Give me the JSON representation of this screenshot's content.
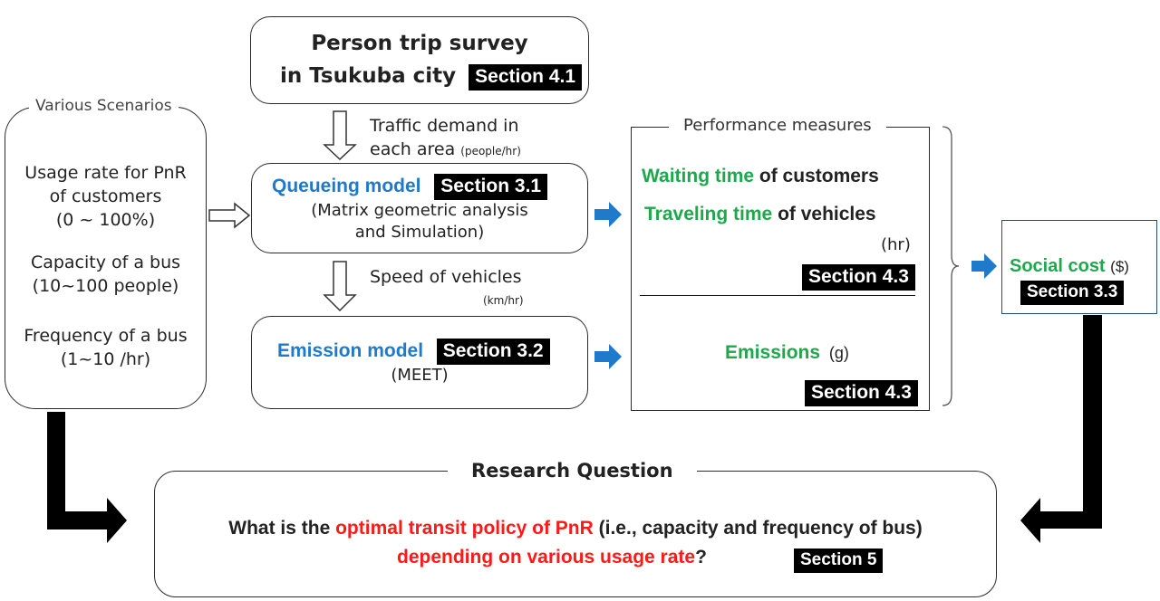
{
  "survey": {
    "line1": "Person trip survey",
    "line2": "in Tsukuba city",
    "section": "Section 4.1"
  },
  "scenarios": {
    "legend": "Various Scenarios",
    "item1_line1": "Usage rate for PnR",
    "item1_line2": "of customers",
    "item1_line3": "(0 ~ 100%)",
    "item2_line1": "Capacity of a bus",
    "item2_line2": "(10~100 people)",
    "item3_line1": "Frequency of a bus",
    "item3_line2": "(1~10 /hr)"
  },
  "demand": {
    "line1": "Traffic demand in",
    "line2": "each area",
    "unit": "(people/hr)"
  },
  "queueing": {
    "title": "Queueing model",
    "section": "Section 3.1",
    "line1": "(Matrix geometric analysis",
    "line2": "and Simulation)"
  },
  "speed": {
    "label": "Speed of vehicles",
    "unit": "(km/hr)"
  },
  "emission_model": {
    "title": "Emission model",
    "section": "Section 3.2",
    "sub": "(MEET)"
  },
  "performance": {
    "legend": "Performance measures",
    "wait_green": "Waiting time",
    "wait_black": "of customers",
    "travel_green": "Traveling time",
    "travel_black": "of vehicles",
    "time_unit": "(hr)",
    "section_a": "Section 4.3",
    "emissions": "Emissions",
    "emissions_unit": "(g)",
    "section_b": "Section 4.3"
  },
  "social": {
    "label": "Social cost",
    "unit": "($)",
    "section": "Section 3.3"
  },
  "research": {
    "legend": "Research Question",
    "q_prefix": "What is the ",
    "q_red1": "optimal transit policy of PnR",
    "q_suffix": " (i.e., capacity and frequency of bus)",
    "q_red2": "depending on various usage rate",
    "q_end": "?",
    "section": "Section 5"
  },
  "colors": {
    "blue": "#1f7acb",
    "green": "#1ea84b",
    "red": "#ff1a1a",
    "arrow_blue": "#1f7acb",
    "black": "#000000"
  }
}
